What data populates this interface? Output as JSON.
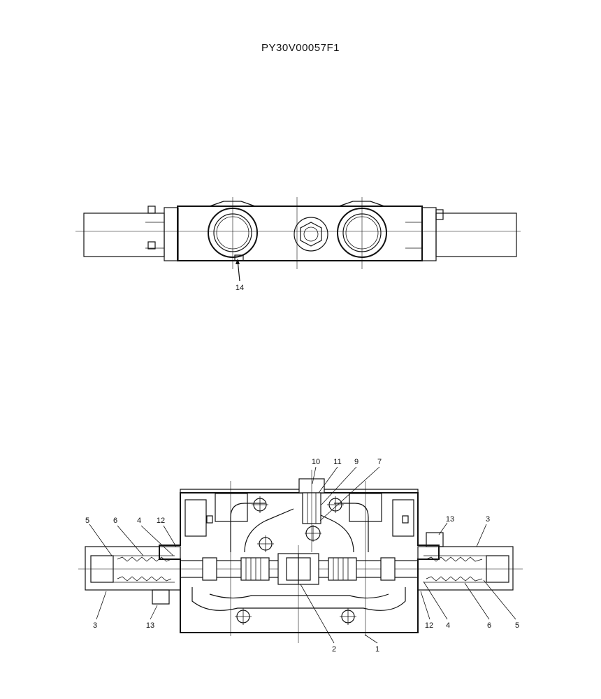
{
  "document": {
    "code": "PY30V00057F1"
  },
  "diagram": {
    "top_view": {
      "callouts": [
        {
          "id": "c14",
          "label": "14"
        }
      ]
    },
    "section_view": {
      "callouts": [
        {
          "id": "c10",
          "label": "10"
        },
        {
          "id": "c11",
          "label": "11"
        },
        {
          "id": "c9",
          "label": "9"
        },
        {
          "id": "c7",
          "label": "7"
        },
        {
          "id": "c5a",
          "label": "5"
        },
        {
          "id": "c6a",
          "label": "6"
        },
        {
          "id": "c4a",
          "label": "4"
        },
        {
          "id": "c12a",
          "label": "12"
        },
        {
          "id": "c13a",
          "label": "13"
        },
        {
          "id": "c3a",
          "label": "3"
        },
        {
          "id": "c3b",
          "label": "3"
        },
        {
          "id": "c13b",
          "label": "13"
        },
        {
          "id": "c12b",
          "label": "12"
        },
        {
          "id": "c4b",
          "label": "4"
        },
        {
          "id": "c6b",
          "label": "6"
        },
        {
          "id": "c5b",
          "label": "5"
        },
        {
          "id": "c2",
          "label": "2"
        },
        {
          "id": "c1",
          "label": "1"
        }
      ]
    }
  }
}
